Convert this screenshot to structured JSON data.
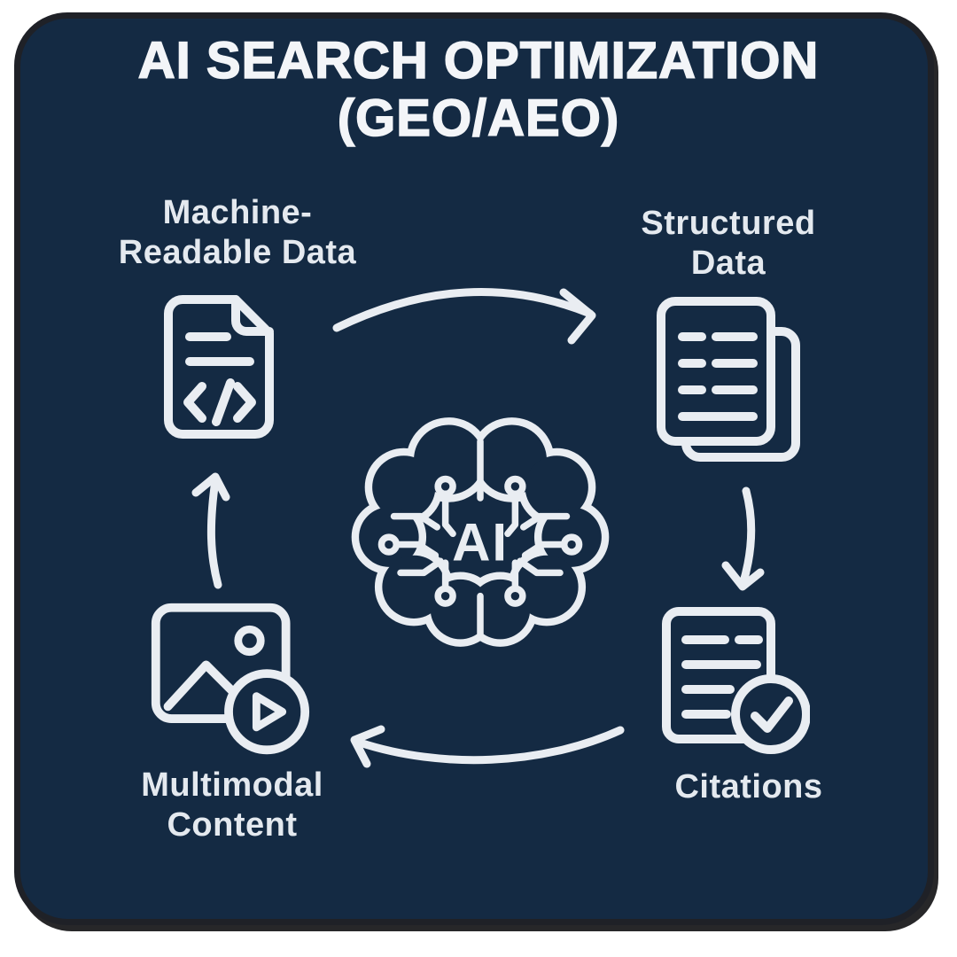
{
  "title": {
    "line1": "AI SEARCH OPTIMIZATION",
    "line2": "(GEO/AEO)"
  },
  "center_node": {
    "label": "AI",
    "icon": "ai-brain-circuit-icon"
  },
  "nodes": [
    {
      "id": "machine-readable-data",
      "icon": "code-document-icon",
      "line1": "Machine-",
      "line2": "Readable Data"
    },
    {
      "id": "structured-data",
      "icon": "stacked-documents-icon",
      "line1": "Structured",
      "line2": "Data"
    },
    {
      "id": "citations",
      "icon": "document-checkmark-icon",
      "line1": "Citations",
      "line2": ""
    },
    {
      "id": "multimodal-content",
      "icon": "image-video-play-icon",
      "line1": "Multimodal",
      "line2": "Content"
    }
  ],
  "arrows": [
    {
      "id": "arrow-machine-to-structured"
    },
    {
      "id": "arrow-structured-to-citations"
    },
    {
      "id": "arrow-citations-to-multimodal"
    },
    {
      "id": "arrow-multimodal-to-machine"
    }
  ],
  "colors": {
    "page_bg": "#ffffff",
    "card_bg": "#142a43",
    "card_border": "#1f2127",
    "stroke": "#e9edf2",
    "title_color": "#f3f5f8",
    "label_color": "#e4e9ef"
  }
}
